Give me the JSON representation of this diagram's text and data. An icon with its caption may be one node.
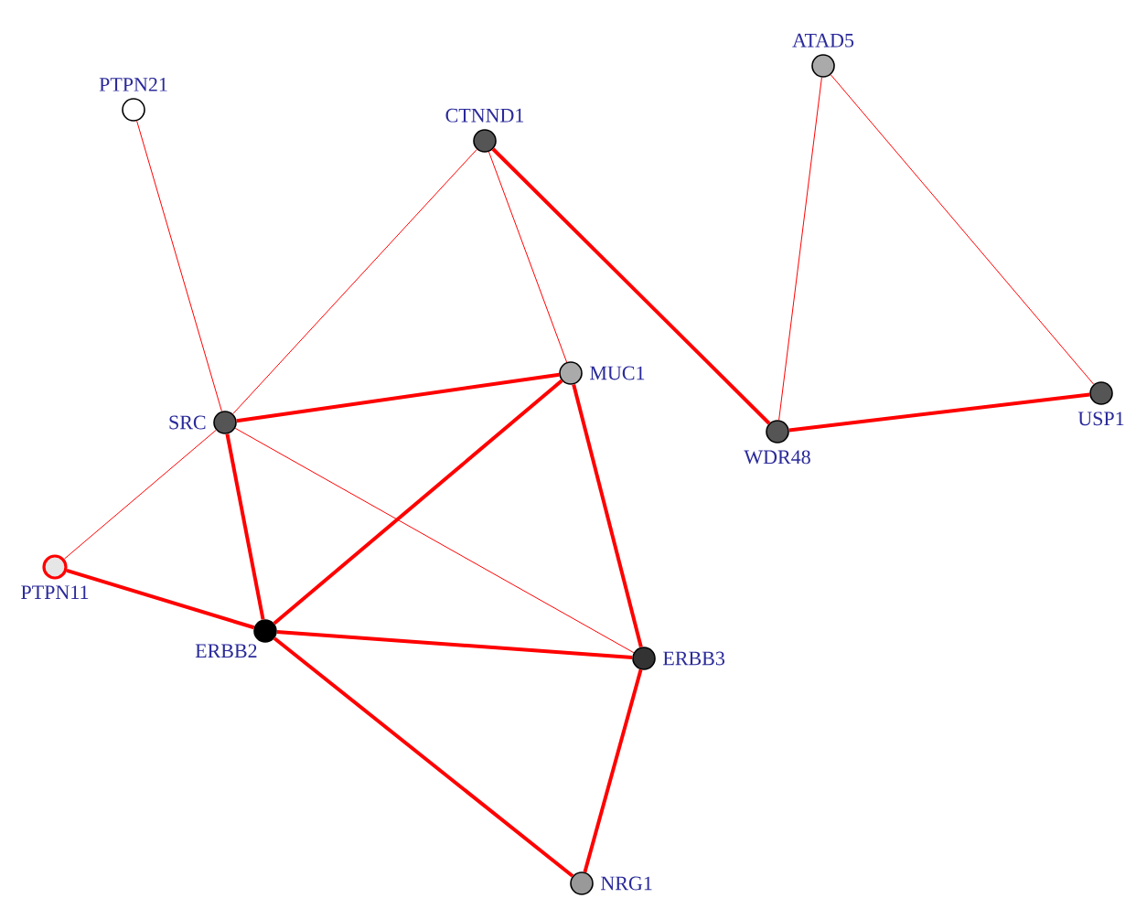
{
  "diagram": {
    "nodes": [
      {
        "text": [
          "PTPN21"
        ]
      },
      {
        "text": [
          "ATAD5"
        ]
      },
      {
        "text": [
          "CTNND1"
        ]
      },
      {
        "text": [
          "MUC1"
        ]
      },
      {
        "text": [
          "SRC"
        ]
      },
      {
        "text": [
          "USP1"
        ]
      },
      {
        "text": [
          "WDR48"
        ]
      },
      {
        "text": [
          "PTPN11"
        ]
      },
      {
        "text": [
          "ERBB2"
        ]
      },
      {
        "text": [
          "ERBB3"
        ]
      },
      {
        "text": [
          "NRG1"
        ]
      }
    ],
    "edges": [
      {
        "from": 0,
        "to": 4,
        "arrow": "none"
      },
      {
        "from": 2,
        "to": 4,
        "arrow": "none"
      },
      {
        "from": 2,
        "to": 3,
        "arrow": "none"
      },
      {
        "from": 2,
        "to": 6,
        "arrow": "none"
      },
      {
        "from": 1,
        "to": 6,
        "arrow": "none"
      },
      {
        "from": 1,
        "to": 5,
        "arrow": "none"
      },
      {
        "from": 6,
        "to": 5,
        "arrow": "none"
      },
      {
        "from": 4,
        "to": 3,
        "arrow": "none"
      },
      {
        "from": 4,
        "to": 8,
        "arrow": "none"
      },
      {
        "from": 4,
        "to": 9,
        "arrow": "none"
      },
      {
        "from": 4,
        "to": 7,
        "arrow": "none"
      },
      {
        "from": 3,
        "to": 8,
        "arrow": "none"
      },
      {
        "from": 3,
        "to": 9,
        "arrow": "none"
      },
      {
        "from": 7,
        "to": 8,
        "arrow": "none"
      },
      {
        "from": 8,
        "to": 9,
        "arrow": "none"
      },
      {
        "from": 8,
        "to": 10,
        "arrow": "none"
      },
      {
        "from": 9,
        "to": 10,
        "arrow": "none"
      }
    ]
  }
}
